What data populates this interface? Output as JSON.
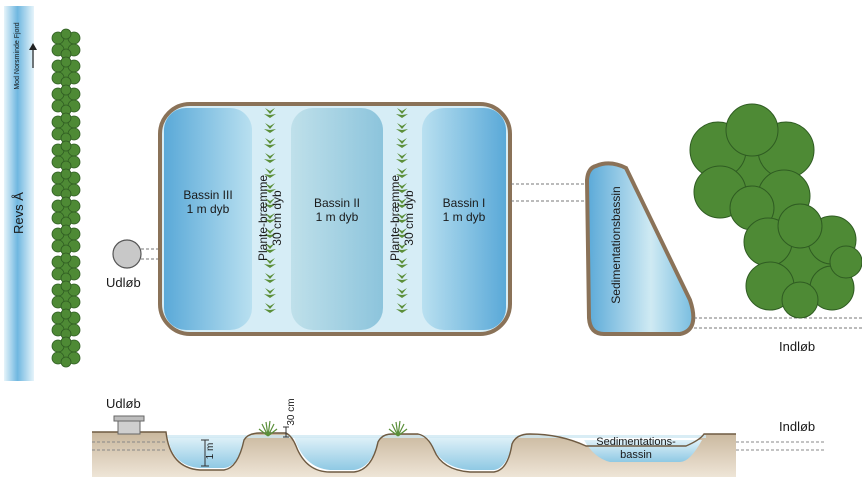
{
  "river": {
    "name": "Revs Å",
    "direction_label": "Mod Norsminde Fjord"
  },
  "outlet_label": "Udløb",
  "inlet_label": "Indløb",
  "basins": [
    {
      "name": "Bassin III",
      "depth": "1 m dyb"
    },
    {
      "name": "Bassin II",
      "depth": "1 m dyb"
    },
    {
      "name": "Bassin I",
      "depth": "1 m dyb"
    }
  ],
  "plant_strips": [
    {
      "name": "Plante-bræmme",
      "depth": "30 cm dyb"
    },
    {
      "name": "Plante-bræmme",
      "depth": "30 cm dyb"
    }
  ],
  "sedimentation": {
    "label": "Sedimentationsbassin"
  },
  "section": {
    "outlet_label": "Udløb",
    "inlet_label": "Indløb",
    "depth_1m": "1 m",
    "depth_30cm": "30 cm",
    "sed_label_line1": "Sedimentations-",
    "sed_label_line2": "bassin"
  },
  "colors": {
    "water_dark": "#5aa9d8",
    "water_light": "#cde9f4",
    "soil": "#9a8262",
    "foliage": "#4e8a35"
  }
}
